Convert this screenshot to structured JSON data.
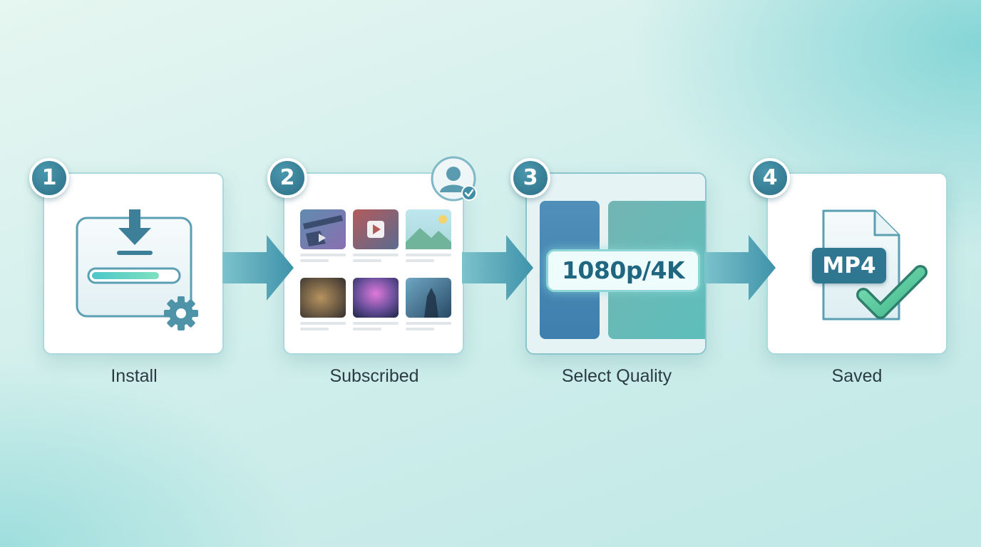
{
  "steps": [
    {
      "number": "1",
      "label": "Install"
    },
    {
      "number": "2",
      "label": "Subscribed"
    },
    {
      "number": "3",
      "label": "Select Quality",
      "quality_text": "1080p/4K"
    },
    {
      "number": "4",
      "label": "Saved",
      "file_format": "MP4"
    }
  ],
  "icons": {
    "step1": [
      "download-arrow-icon",
      "progress-bar",
      "gear-icon"
    ],
    "step2": [
      "user-verified-icon",
      "film-strip-icon",
      "play-icon",
      "landscape-icon"
    ],
    "step4": [
      "document-icon",
      "checkmark-icon"
    ]
  },
  "colors": {
    "badge": "#2c6e86",
    "arrow": "#4a9db2",
    "accent_teal": "#5cc3c0",
    "check_green": "#5cc89a",
    "text": "#2b3b44"
  }
}
